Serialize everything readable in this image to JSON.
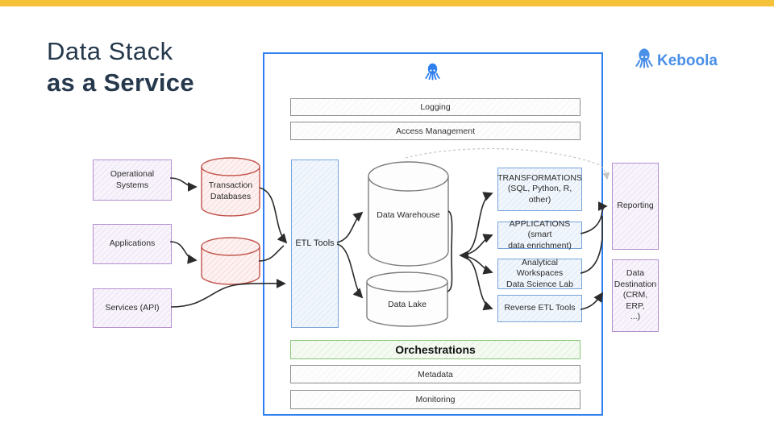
{
  "slide": {
    "title_line1": "Data Stack",
    "title_line2": "as a Service"
  },
  "brand": {
    "name": "Keboola"
  },
  "sources": [
    {
      "label": "Operational Systems"
    },
    {
      "label": "Applications"
    },
    {
      "label": "Services (API)"
    }
  ],
  "staging": {
    "transaction_db_label": "Transaction\nDatabases"
  },
  "platform": {
    "top_bars": [
      {
        "label": "Logging"
      },
      {
        "label": "Access Management"
      }
    ],
    "etl_label": "ETL Tools",
    "warehouse_label": "Data Warehouse",
    "lake_label": "Data Lake",
    "process_boxes": [
      {
        "label": "TRANSFORMATIONS\n(SQL, Python, R, other)"
      },
      {
        "label": "APPLICATIONS (smart\ndata enrichment)"
      },
      {
        "label": "Analytical Workspaces\nData Science Lab"
      },
      {
        "label": "Reverse ETL Tools"
      }
    ],
    "bottom_bars": [
      {
        "label": "Orchestrations"
      },
      {
        "label": "Metadata"
      },
      {
        "label": "Monitoring"
      }
    ]
  },
  "destinations": [
    {
      "label": "Reporting"
    },
    {
      "label": "Data\nDestination\n(CRM, ERP,\n...)"
    }
  ],
  "colors": {
    "accent_yellow": "#F5C138",
    "title_navy": "#25384C",
    "brand_blue": "#4A8FE8",
    "platform_border_blue": "#2E7FF0",
    "source_purple": "#B48FD0",
    "database_red": "#C1534B",
    "process_blue": "#76A4D9",
    "orchestration_green": "#88C578"
  }
}
